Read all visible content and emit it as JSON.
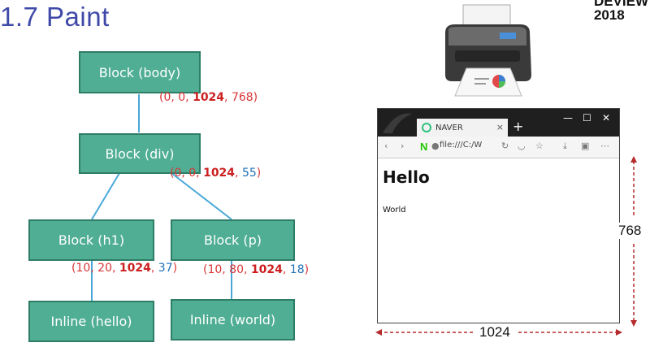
{
  "title": "1.7 Paint",
  "logo": {
    "line1": "DEVIEW",
    "line2": "2018"
  },
  "tree": {
    "body": {
      "label": "Block (body)",
      "coord": [
        "(0, 0, ",
        "1024",
        ", 768)"
      ]
    },
    "div": {
      "label": "Block (div)",
      "coord": [
        "(0, 0, ",
        "1024",
        ", ",
        "55",
        ")"
      ]
    },
    "h1": {
      "label": "Block (h1)",
      "coord": [
        "(10, 20, ",
        "1024",
        ", ",
        "37",
        ")"
      ]
    },
    "p": {
      "label": "Block (p)",
      "coord": [
        "(10, 80, ",
        "1024",
        ", ",
        "18",
        ")"
      ]
    },
    "hello": {
      "label": "Inline (hello)"
    },
    "world": {
      "label": "Inline (world)"
    }
  },
  "browser": {
    "tab_label": "NAVER",
    "tab_close": "×",
    "new_tab": "+",
    "url": "file:///C:/W",
    "heading": "Hello",
    "paragraph": "World",
    "min": "—",
    "max": "☐",
    "close": "✕"
  },
  "dims": {
    "width": "1024",
    "height": "768"
  },
  "colors": {
    "node_fill": "#4fae93",
    "node_border": "#2e7d66",
    "edge": "#4aa8d8",
    "coord_red": "#d93636",
    "coord_blue": "#1f6fb5",
    "title_blue": "#3f4aa8"
  }
}
